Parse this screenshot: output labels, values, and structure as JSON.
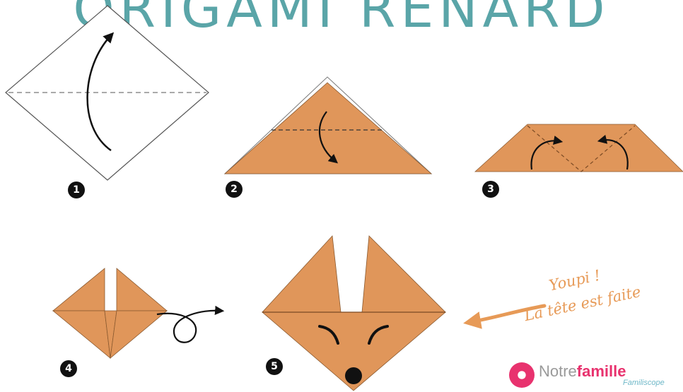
{
  "title": "ORIGAMI RENARD",
  "steps": [
    "1",
    "2",
    "3",
    "4",
    "5"
  ],
  "annotation": {
    "line1": "Youpi !",
    "line2": "La tête est faite"
  },
  "brand": {
    "prefix": "Notre",
    "highlight": "famille",
    "sub": "Familiscope"
  },
  "colors": {
    "paper": "#e0965a",
    "title": "#5aa5a8",
    "accent": "#e79a57",
    "brand": "#e8326e"
  }
}
